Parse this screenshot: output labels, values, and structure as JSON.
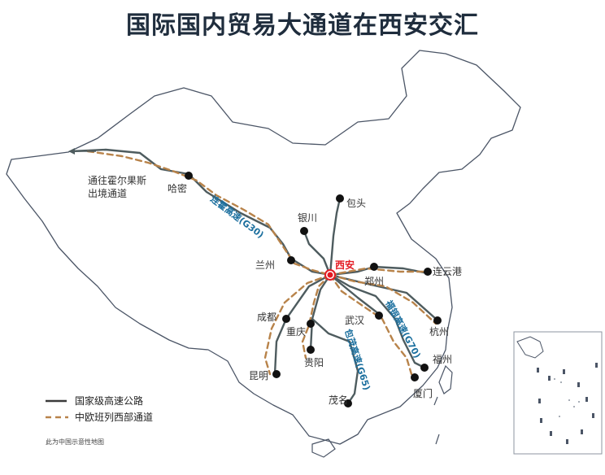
{
  "title": "国际国内贸易大通道在西安交汇",
  "exit_note": "通往霍尔果斯\n出境通道",
  "cities": [
    {
      "name": "哈密"
    },
    {
      "name": "包头"
    },
    {
      "name": "银川"
    },
    {
      "name": "兰州"
    },
    {
      "name": "西安"
    },
    {
      "name": "郑州"
    },
    {
      "name": "连云港"
    },
    {
      "name": "成都"
    },
    {
      "name": "重庆"
    },
    {
      "name": "贵阳"
    },
    {
      "name": "昆明"
    },
    {
      "name": "武汉"
    },
    {
      "name": "杭州"
    },
    {
      "name": "福州"
    },
    {
      "name": "厦门"
    },
    {
      "name": "茂名"
    }
  ],
  "route_labels": [
    {
      "name": "连霍高速(G30)"
    },
    {
      "name": "福银高速(G70)"
    },
    {
      "name": "包茂高速(G65)"
    }
  ],
  "legend": [
    {
      "label": "国家级高速公路",
      "style": "solid",
      "color": "#3a3a3a"
    },
    {
      "label": "中欧班列西部通道",
      "style": "dashed",
      "color": "#b8834a"
    }
  ],
  "note": "此为中国示意性地图",
  "colors": {
    "highway": "#4e5c5f",
    "rail": "#b8834a",
    "capital_marker": "#e31b23",
    "city_marker": "#111111",
    "route_label": "#1b6f9e",
    "border": "#4b5566"
  }
}
